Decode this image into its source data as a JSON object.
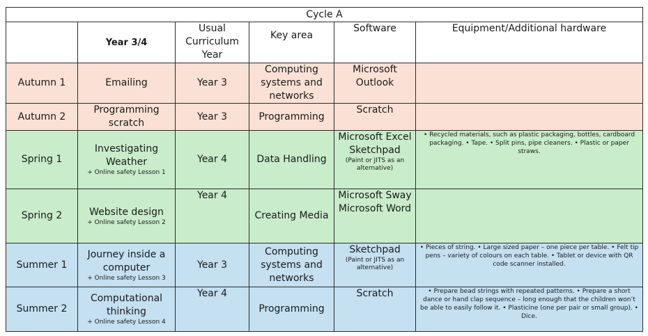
{
  "table_title": "Cycle A",
  "headers": {
    "term": "",
    "year": "Year 3/4",
    "usual_year": "Usual Curriculum Year",
    "key_area": "Key area",
    "software": "Software",
    "equipment": "Equipment/Additional hardware"
  },
  "rows": [
    {
      "term": "Autumn 1",
      "unit": "Emailing",
      "unit_note": "",
      "usual_year": "Year 3",
      "key_area": "Computing systems and networks",
      "software": "Microsoft Outlook",
      "software_note": "",
      "equipment": ""
    },
    {
      "term": "Autumn 2",
      "unit": "Programming scratch",
      "unit_note": "",
      "usual_year": "Year 3",
      "key_area": "Programming",
      "software": "Scratch",
      "software_note": "",
      "equipment": ""
    },
    {
      "term": "Spring 1",
      "unit": "Investigating Weather",
      "unit_note": "+ Online safety Lesson 1",
      "usual_year": "Year 4",
      "key_area": "Data Handling",
      "software": "Microsoft Excel Sketchpad",
      "software_note": "(Paint or JITS as an alternative)",
      "equipment": "• Recycled materials, such as plastic packaging, bottles, cardboard packaging. • Tape. • Split pins, pipe cleaners. • Plastic or paper straws."
    },
    {
      "term": "Spring 2",
      "unit": "Website design",
      "unit_note": "+ Online safety Lesson 2",
      "usual_year": "Year 4",
      "key_area": "Creating Media",
      "software": "Microsoft Sway Microsoft Word",
      "software_note": "",
      "equipment": ""
    },
    {
      "term": "Summer 1",
      "unit": "Journey inside a computer",
      "unit_note": "+ Online safety Lesson 3",
      "usual_year": "Year 3",
      "key_area": "Computing systems and networks",
      "software": "Sketchpad",
      "software_note": "(Paint or JITS as an alternative)",
      "equipment": "• Pieces of string. • Large sized paper – one piece per table. • Felt tip pens – variety of colours on each table. • Tablet or device with QR code scanner installed."
    },
    {
      "term": "Summer 2",
      "unit": "Computational thinking",
      "unit_note": "+ Online safety Lesson 4",
      "usual_year": "Year 4",
      "key_area": "Programming",
      "software": "Scratch",
      "software_note": "",
      "equipment": "• Prepare bead strings with repeated patterns. • Prepare a short dance or hand clap sequence – long enough that the children won’t be able to easily follow it. • Plasticine (one per pair or small group). • Dice."
    }
  ],
  "colors": {
    "autumn": "#fbe1d5",
    "spring": "#c9eccb",
    "summer": "#c4e0f1"
  }
}
